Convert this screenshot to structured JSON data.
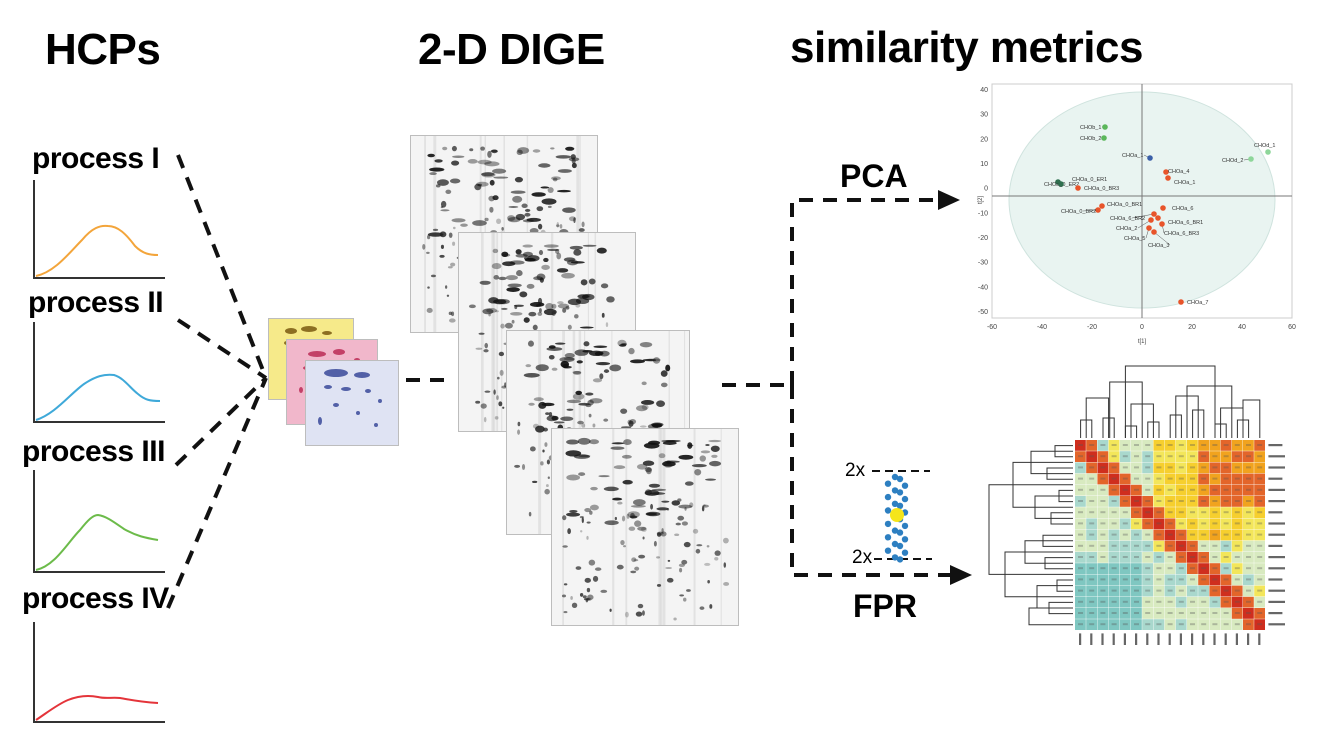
{
  "titles": {
    "hcps": "HCPs",
    "dige": "2-D DIGE",
    "metrics": "similarity metrics"
  },
  "processes": [
    {
      "label": "process I",
      "color": "#f3a53b"
    },
    {
      "label": "process II",
      "color": "#3fa9d9"
    },
    {
      "label": "process III",
      "color": "#6cbb4a"
    },
    {
      "label": "process IV",
      "color": "#e4343a"
    }
  ],
  "methods": {
    "pca": "PCA",
    "fpr": "FPR"
  },
  "fpr_glyph": {
    "top_label": "2x",
    "bottom_label": "2x",
    "dot_color": "#2d7fc1",
    "center_color": "#f5e51a"
  },
  "overlay_colors": [
    "#f2d21b",
    "#d9487a",
    "#4055a8"
  ],
  "pca_plot": {
    "x_ticks": [
      "-60",
      "-40",
      "-20",
      "0",
      "20",
      "40",
      "60"
    ],
    "y_ticks": [
      "40",
      "30",
      "20",
      "10",
      "0",
      "-10",
      "-20",
      "-30",
      "-40",
      "-50"
    ],
    "xlabel": "t[1]",
    "ylabel": "t[2]",
    "points": [
      {
        "label": "CHOb_1",
        "color": "#5bb75b"
      },
      {
        "label": "CHOb_2",
        "color": "#5bb75b"
      },
      {
        "label": "CHOa_1",
        "color": "#3a5fa8"
      },
      {
        "label": "CHOd_1",
        "color": "#8ed69a"
      },
      {
        "label": "CHOd_2",
        "color": "#8ed69a"
      },
      {
        "label": "CHOa_4",
        "color": "#e8542a"
      },
      {
        "label": "CHOa_1",
        "color": "#e8542a"
      },
      {
        "label": "CHOa_0_ER2",
        "color": "#2f6f4f"
      },
      {
        "label": "CHOa_0_ER1",
        "color": "#2f6f4f"
      },
      {
        "label": "CHOa_0_BR3",
        "color": "#e8542a"
      },
      {
        "label": "CHOa_0_BR1",
        "color": "#e8542a"
      },
      {
        "label": "CHOa_0_BR2",
        "color": "#e8542a"
      },
      {
        "label": "CHOa_6",
        "color": "#e8542a"
      },
      {
        "label": "CHOa_6_BR2",
        "color": "#e8542a"
      },
      {
        "label": "CHOa_6_BR1",
        "color": "#e8542a"
      },
      {
        "label": "CHOa_2",
        "color": "#e8542a"
      },
      {
        "label": "CHOa_6_BR3",
        "color": "#e8542a"
      },
      {
        "label": "CHOa_5",
        "color": "#e8542a"
      },
      {
        "label": "CHOa_3",
        "color": "#e8542a"
      },
      {
        "label": "CHOa_7",
        "color": "#e8542a"
      }
    ]
  }
}
